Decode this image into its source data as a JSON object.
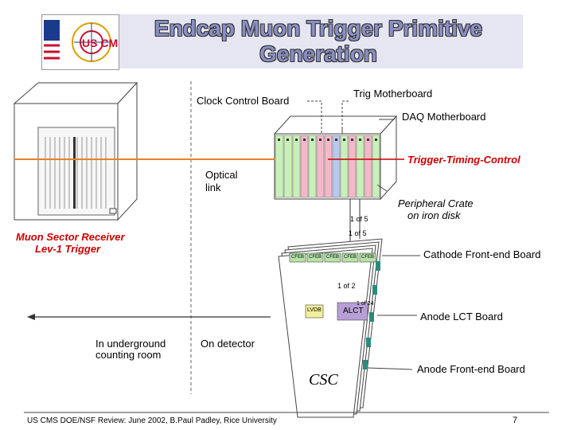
{
  "header": {
    "title_line1": "Endcap Muon Trigger Primitive",
    "title_line2": "Generation",
    "logo_text": "US CMS"
  },
  "labels": {
    "clock_control_board": "Clock Control Board",
    "trig_motherboard": "Trig Motherboard",
    "daq_motherboard": "DAQ Motherboard",
    "trigger_timing_control": "Trigger-Timing-Control",
    "optical_link_1": "Optical",
    "optical_link_2": "link",
    "peripheral_crate_1": "Peripheral Crate",
    "peripheral_crate_2": "on iron disk",
    "one_of_5_a": "1 of 5",
    "one_of_5_b": "1 of 5",
    "muon_sector_receiver_1": "Muon Sector Receiver",
    "muon_sector_receiver_2": "Lev-1 Trigger",
    "cathode_frontend_board": "Cathode Front-end Board",
    "one_of_2": "1 of 2",
    "one_of_24": "1 of 24",
    "lvdb": "LVDB",
    "alct": "ALCT",
    "anode_lct_board": "Anode LCT Board",
    "underground_1": "In underground",
    "underground_2": "counting room",
    "on_detector": "On detector",
    "csc": "CSC",
    "anode_frontend_board": "Anode Front-end Board",
    "cfeb": "CFEB"
  },
  "footer": {
    "text": "US CMS DOE/NSF Review: June 2002, B.Paul Padley, Rice University",
    "page_number": "7"
  },
  "colors": {
    "title_fill": "#8a8fc4",
    "title_band": "#e6e6f2",
    "orange_line": "#e8822a",
    "trigger_timing_red": "#cc0000",
    "crate_green": "#c9f0b8",
    "crate_pink": "#f4b8c8",
    "crate_blue": "#b8c8f0",
    "board_green": "#b7e3a8",
    "alct_purple": "#b79fd6",
    "connector_teal": "#2c8a7a"
  }
}
